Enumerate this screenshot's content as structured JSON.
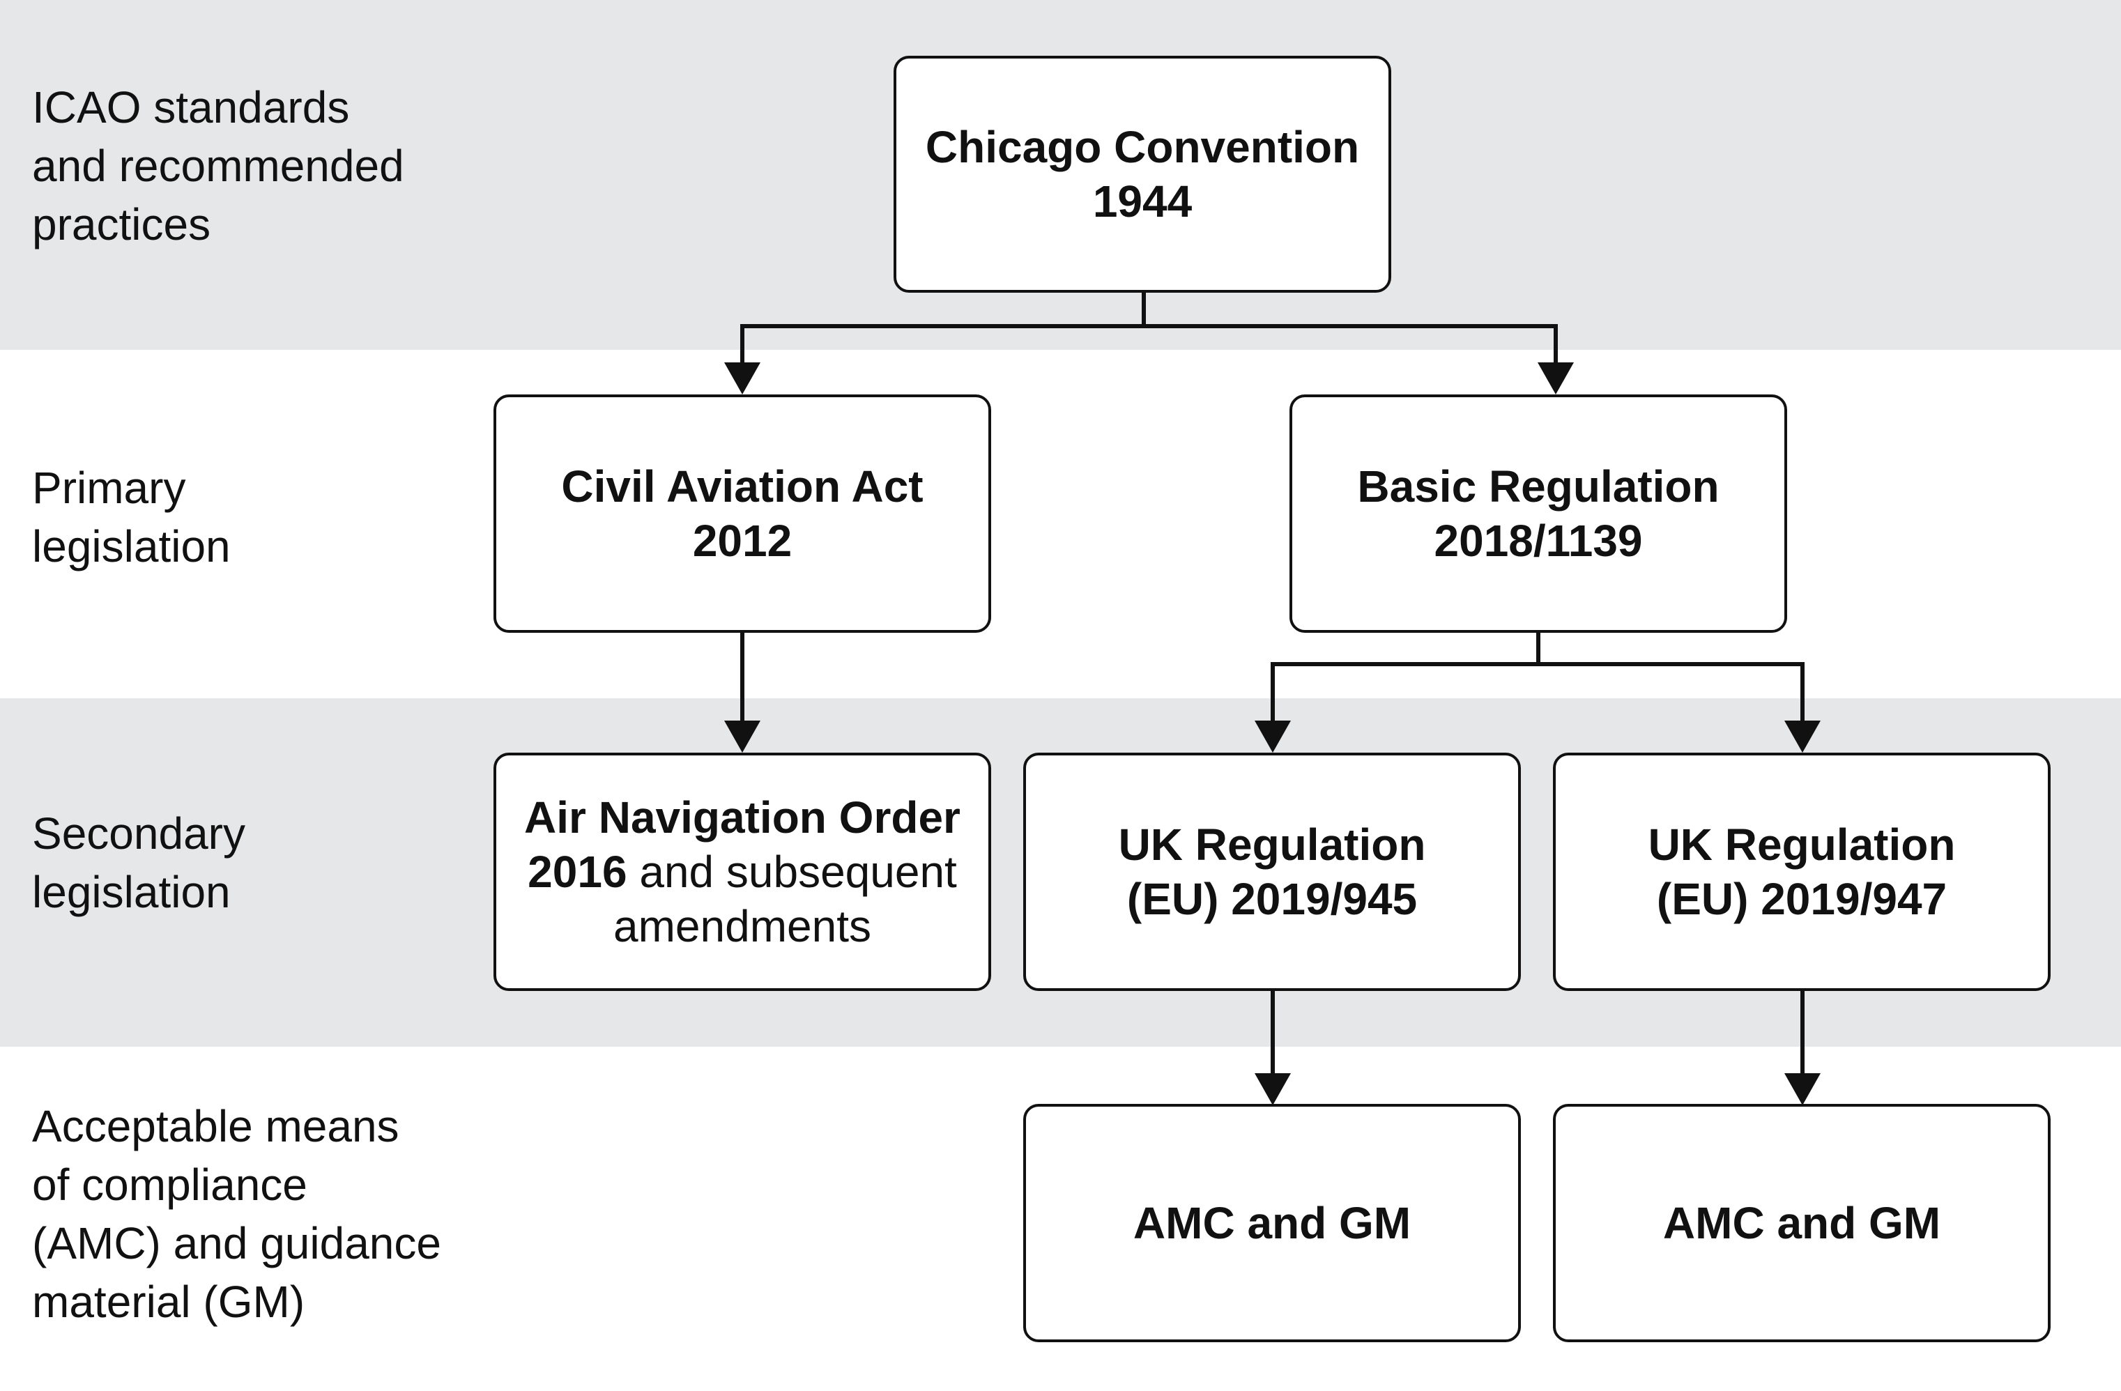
{
  "tiers": [
    {
      "label": "ICAO standards\nand recommended\npractices",
      "shading": "#e6e7e8"
    },
    {
      "label": "Primary\nlegislation",
      "shading": "#ffffff"
    },
    {
      "label": "Secondary\nlegislation",
      "shading": "#e6e7e8"
    },
    {
      "label": "Acceptable means\nof compliance\n(AMC) and guidance\nmaterial (GM)",
      "shading": "#ffffff"
    }
  ],
  "nodes": {
    "chicago_convention": {
      "title": "Chicago Convention",
      "subtitle": "1944"
    },
    "civil_aviation_act": {
      "title": "Civil Aviation Act",
      "subtitle": "2012"
    },
    "basic_regulation": {
      "title": "Basic Regulation",
      "subtitle": "2018/1139"
    },
    "air_navigation_order": {
      "title": "Air Navigation Order",
      "year": "2016",
      "suffix": " and subsequent",
      "suffix2": "amendments"
    },
    "uk_reg_945": {
      "title": "UK Regulation",
      "subtitle": "(EU) 2019/945"
    },
    "uk_reg_947": {
      "title": "UK Regulation",
      "subtitle": "(EU) 2019/947"
    },
    "amc_gm_945": {
      "title": "AMC and GM"
    },
    "amc_gm_947": {
      "title": "AMC and GM"
    }
  },
  "edges": [
    {
      "from": "chicago_convention",
      "to": "civil_aviation_act"
    },
    {
      "from": "chicago_convention",
      "to": "basic_regulation"
    },
    {
      "from": "civil_aviation_act",
      "to": "air_navigation_order"
    },
    {
      "from": "basic_regulation",
      "to": "uk_reg_945"
    },
    {
      "from": "basic_regulation",
      "to": "uk_reg_947"
    },
    {
      "from": "uk_reg_945",
      "to": "amc_gm_945"
    },
    {
      "from": "uk_reg_947",
      "to": "amc_gm_947"
    }
  ],
  "colors": {
    "band_shaded": "#e6e7e8",
    "band_plain": "#ffffff",
    "stroke": "#111111"
  }
}
